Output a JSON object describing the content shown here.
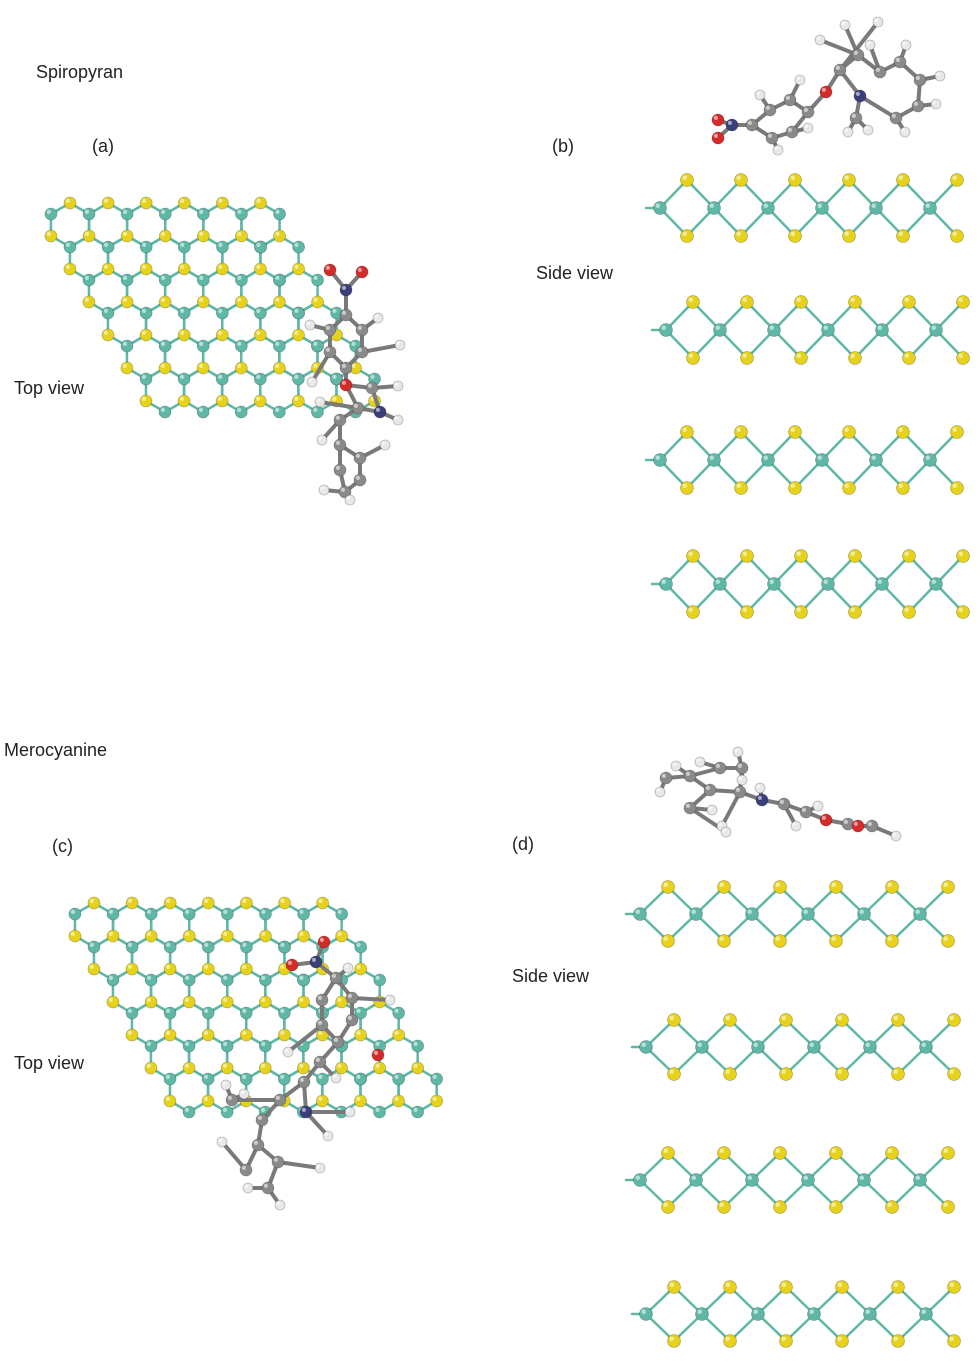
{
  "labels": {
    "spiropyran": "Spiropyran",
    "merocyanine": "Merocyanine",
    "panel_a": "(a)",
    "panel_b": "(b)",
    "panel_c": "(c)",
    "panel_d": "(d)",
    "top_view_1": "Top view",
    "top_view_2": "Top view",
    "side_view_1": "Side view",
    "side_view_2": "Side view"
  },
  "colors": {
    "metal": "#5fb8a6",
    "sulfur": "#e6d21a",
    "bond": "#5fb8a6",
    "carbon": "#8a8a8a",
    "hydrogen": "#e8e8e8",
    "oxygen": "#d42a2a",
    "nitrogen": "#3a3f7a",
    "background": "#ffffff"
  },
  "atom_types": [
    "Mo-like metal (teal)",
    "S-like chalcogen (yellow)",
    "C (grey)",
    "H (white)",
    "O (red)",
    "N (blue)"
  ]
}
